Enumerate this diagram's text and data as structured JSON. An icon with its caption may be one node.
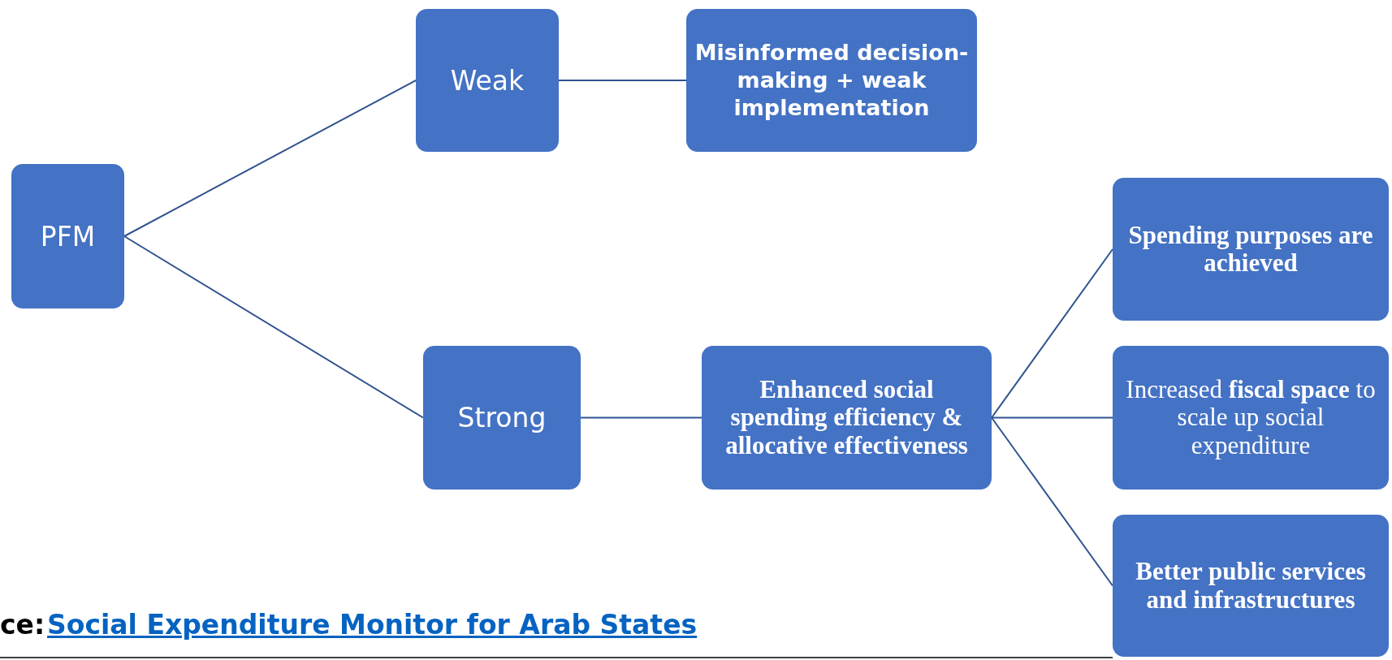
{
  "diagram": {
    "nodes": [
      {
        "text": [
          "PFM"
        ]
      },
      {
        "text": [
          "Weak"
        ]
      },
      {
        "text": [
          "Misinformed decision-making + weak implementation"
        ]
      },
      {
        "text": [
          "Strong"
        ]
      },
      {
        "text": [
          "Enhanced social spending efficiency & allocative effectiveness"
        ]
      },
      {
        "text": [
          "Spending purposes are achieved"
        ]
      },
      {
        "text": [
          "Increased **fiscal space** to scale up social expenditure"
        ]
      },
      {
        "text": [
          "Better public services and infrastructures"
        ]
      }
    ],
    "edges": [
      {
        "from": 0,
        "to": 1,
        "arrow": "none"
      },
      {
        "from": 0,
        "to": 3,
        "arrow": "none"
      },
      {
        "from": 1,
        "to": 2,
        "arrow": "none"
      },
      {
        "from": 3,
        "to": 4,
        "arrow": "none"
      },
      {
        "from": 4,
        "to": 5,
        "arrow": "none"
      },
      {
        "from": 4,
        "to": 6,
        "arrow": "none"
      },
      {
        "from": 4,
        "to": 7,
        "arrow": "none"
      }
    ],
    "labels": [
      "ce:",
      "Social Expenditure Monitor for Arab States"
    ]
  }
}
